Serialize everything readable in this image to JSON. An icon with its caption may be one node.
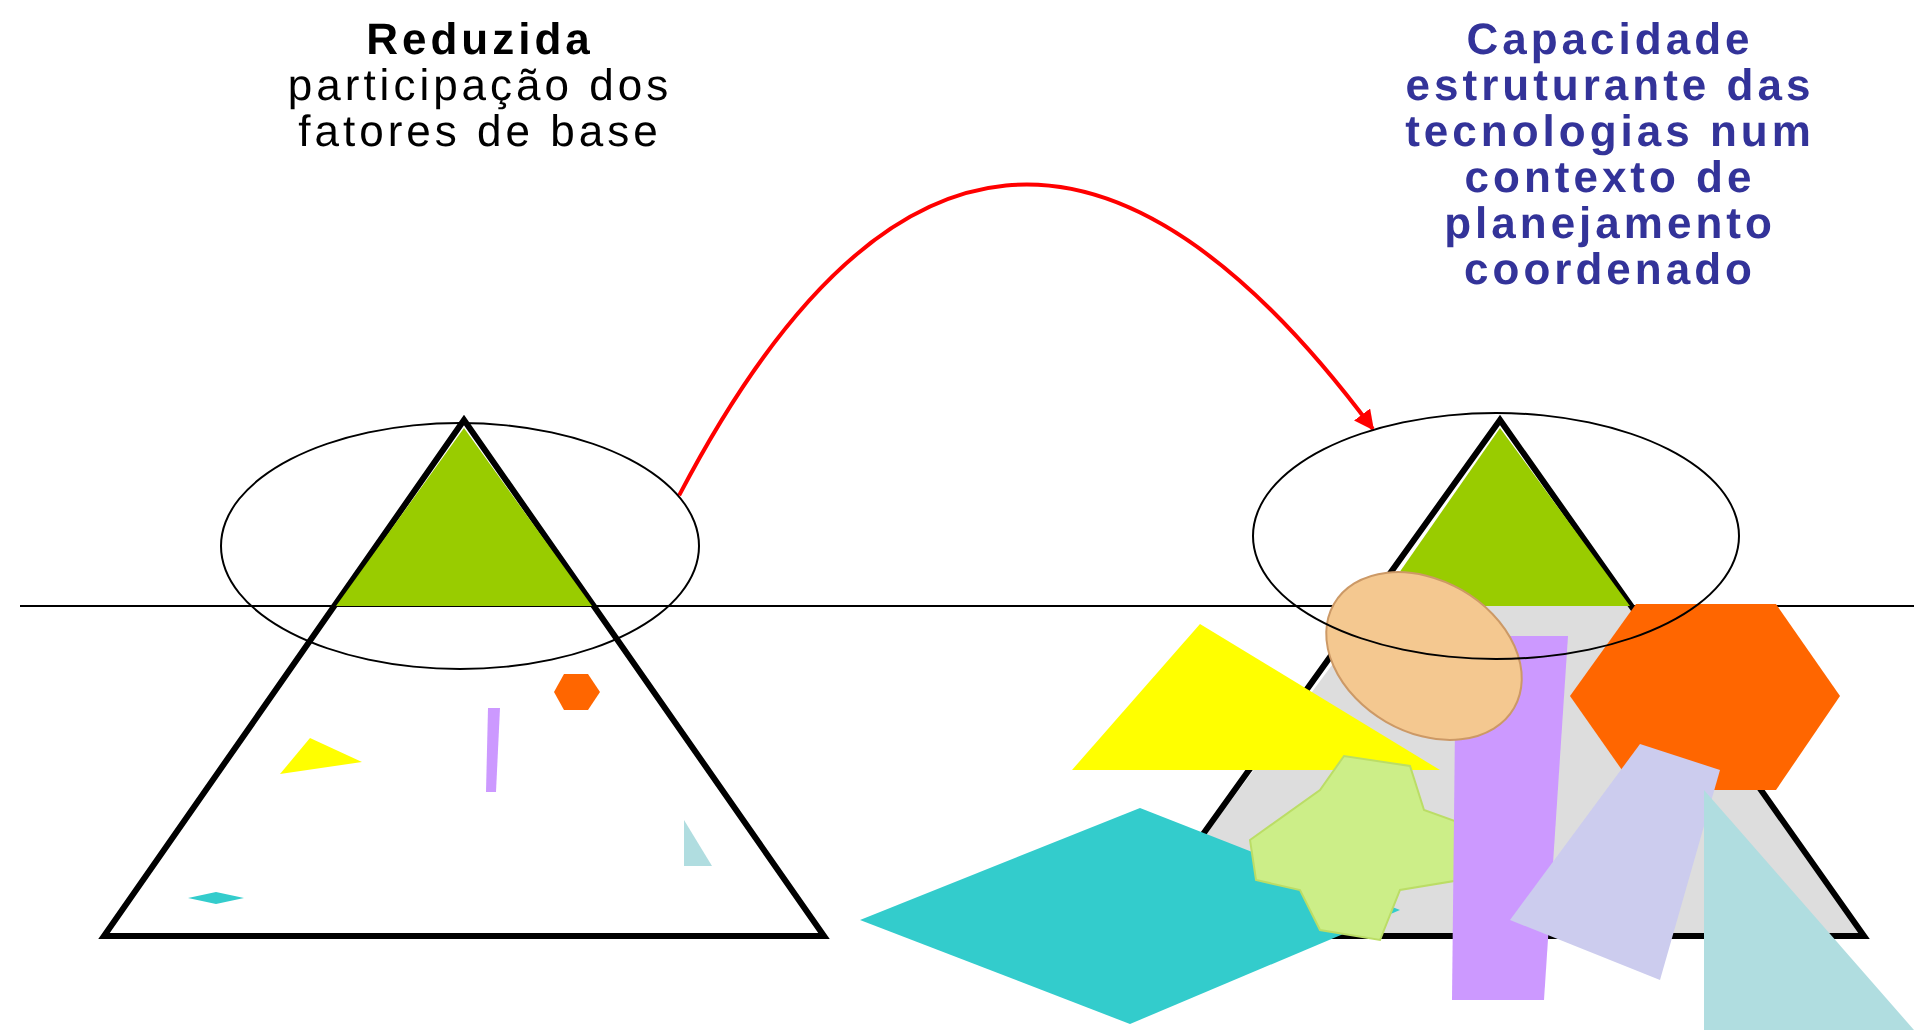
{
  "diagram": {
    "nodes": [
      {
        "text": [],
        "shape": "circle"
      },
      {
        "text": [],
        "shape": "circle"
      }
    ],
    "edges": [
      {
        "from": 0,
        "to": 1,
        "arrow": "to",
        "color": "#ff0000"
      }
    ],
    "labels": [
      "**Reduzida** participação dos fatores de base",
      "Capacidade estruturante das tecnologias num contexto de planejamento coordenado"
    ]
  }
}
